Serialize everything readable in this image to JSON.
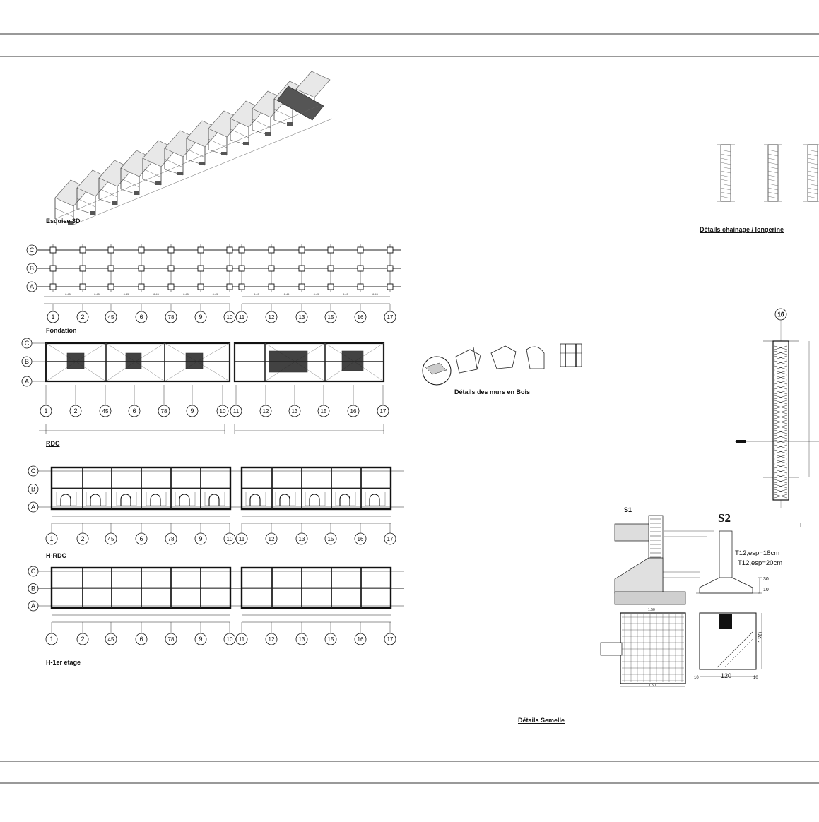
{
  "captions": {
    "esquisse": "Esquise 3D",
    "fondation": "Fondation",
    "rdc": "RDC",
    "h_rdc": "H-RDC",
    "h_1er": "H-1er etage",
    "murs_bois": "Détails des murs en Bois",
    "chainage": "Détails chainage / longerine",
    "semelle": "Détails Semelle"
  },
  "semelle": {
    "s1": "S1",
    "s2": "S2",
    "rebar_a": "T12,esp=18cm",
    "rebar_b": "T12,esp=20cm",
    "dim_30": "30",
    "dim_10": "10",
    "dim_120_h": "120",
    "dim_120_v": "120",
    "dim_10b": "10",
    "dim_10c": "10",
    "dim_150_a": "1.50",
    "dim_150_b": "1.50"
  },
  "column": {
    "axis": "16"
  },
  "axes": {
    "rows3": [
      "C",
      "B",
      "A"
    ],
    "cols": [
      "1",
      "2",
      "45",
      "6",
      "78",
      "9",
      "10",
      "11",
      "12",
      "13",
      "15",
      "16",
      "17"
    ]
  }
}
